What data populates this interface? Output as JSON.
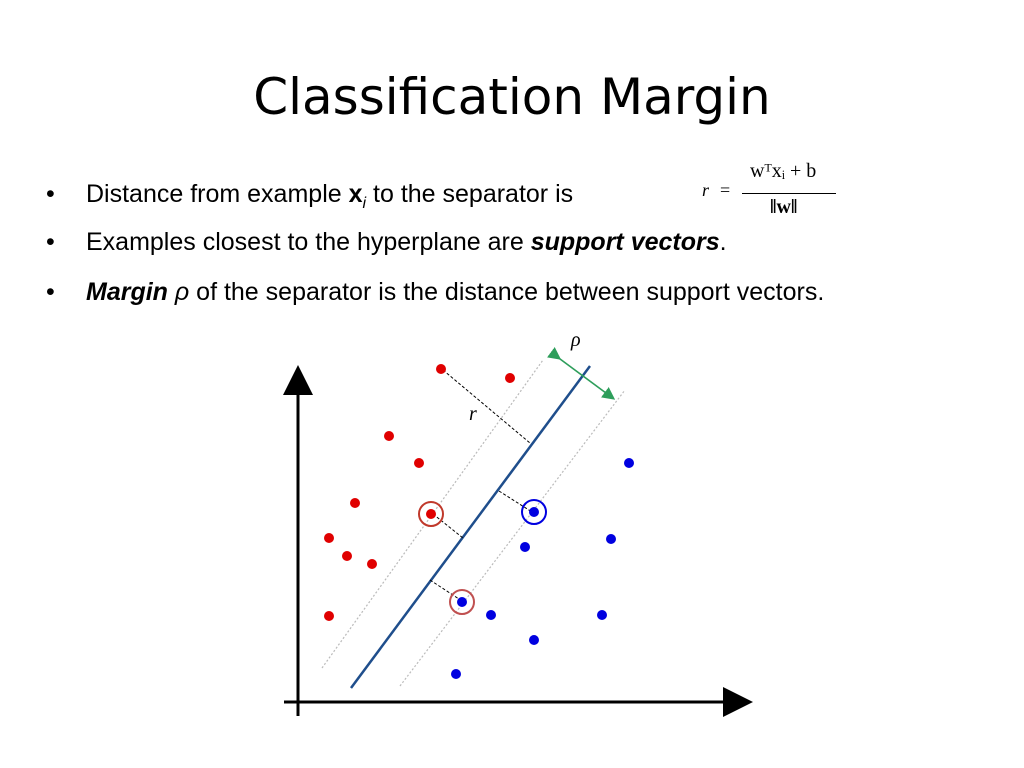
{
  "slide": {
    "title": "Classification Margin",
    "bullet_symbol": "•",
    "bullets": [
      {
        "pre": "Distance from example ",
        "bold": "x",
        "sub": "i",
        "post": " to the separator is "
      },
      {
        "pre": "Examples closest to the hyperplane are ",
        "bold_italic": "support vectors",
        "post": "."
      },
      {
        "bold_italic": "Margin",
        "italic": " ρ",
        "post": " of the separator is the distance between support vectors."
      }
    ],
    "formula": {
      "lhs": "r",
      "eq": "=",
      "numerator": "wᵀxᵢ + b",
      "denominator": "‖w‖"
    }
  },
  "figure": {
    "label_rho": "ρ",
    "label_r": "r",
    "colors": {
      "class_a": "#e00000",
      "class_b": "#0000e0",
      "separator": "#1f4e8c",
      "margin_arrow": "#2e9e5b",
      "circle_support_red_class": "#c0392b",
      "circle_support_blue_class": "#0000e0",
      "circle_support_blue_in_red": "#c05050"
    }
  }
}
